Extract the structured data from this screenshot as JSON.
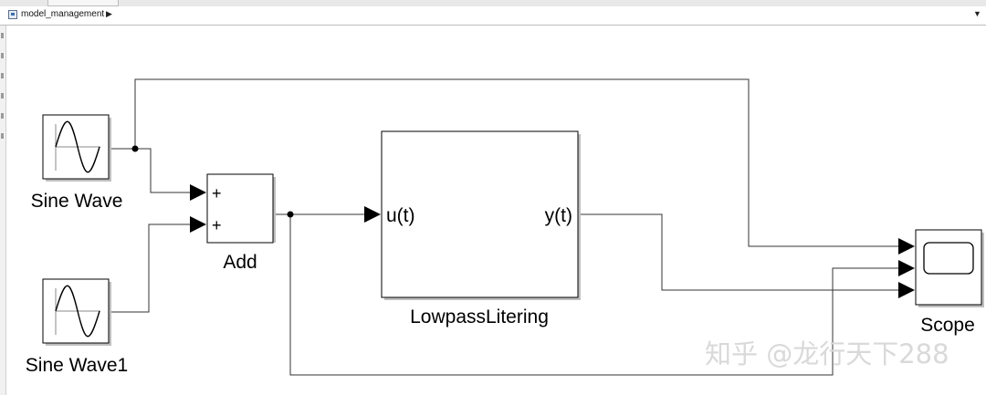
{
  "breadcrumb": {
    "model_name": "model_management",
    "arrow": "▶",
    "dropdown": "▼"
  },
  "blocks": {
    "sine_wave": {
      "label": "Sine Wave"
    },
    "sine_wave1": {
      "label": "Sine Wave1"
    },
    "add": {
      "label": "Add",
      "port1_sign": "+",
      "port2_sign": "+"
    },
    "lowpass": {
      "label": "LowpassLitering",
      "input_port": "u(t)",
      "output_port": "y(t)"
    },
    "scope": {
      "label": "Scope"
    }
  },
  "watermark": {
    "text": "知乎 @龙行天下288"
  },
  "icons": {
    "model": "model-icon",
    "sine": "sine-wave-icon",
    "scope": "scope-screen-icon"
  }
}
